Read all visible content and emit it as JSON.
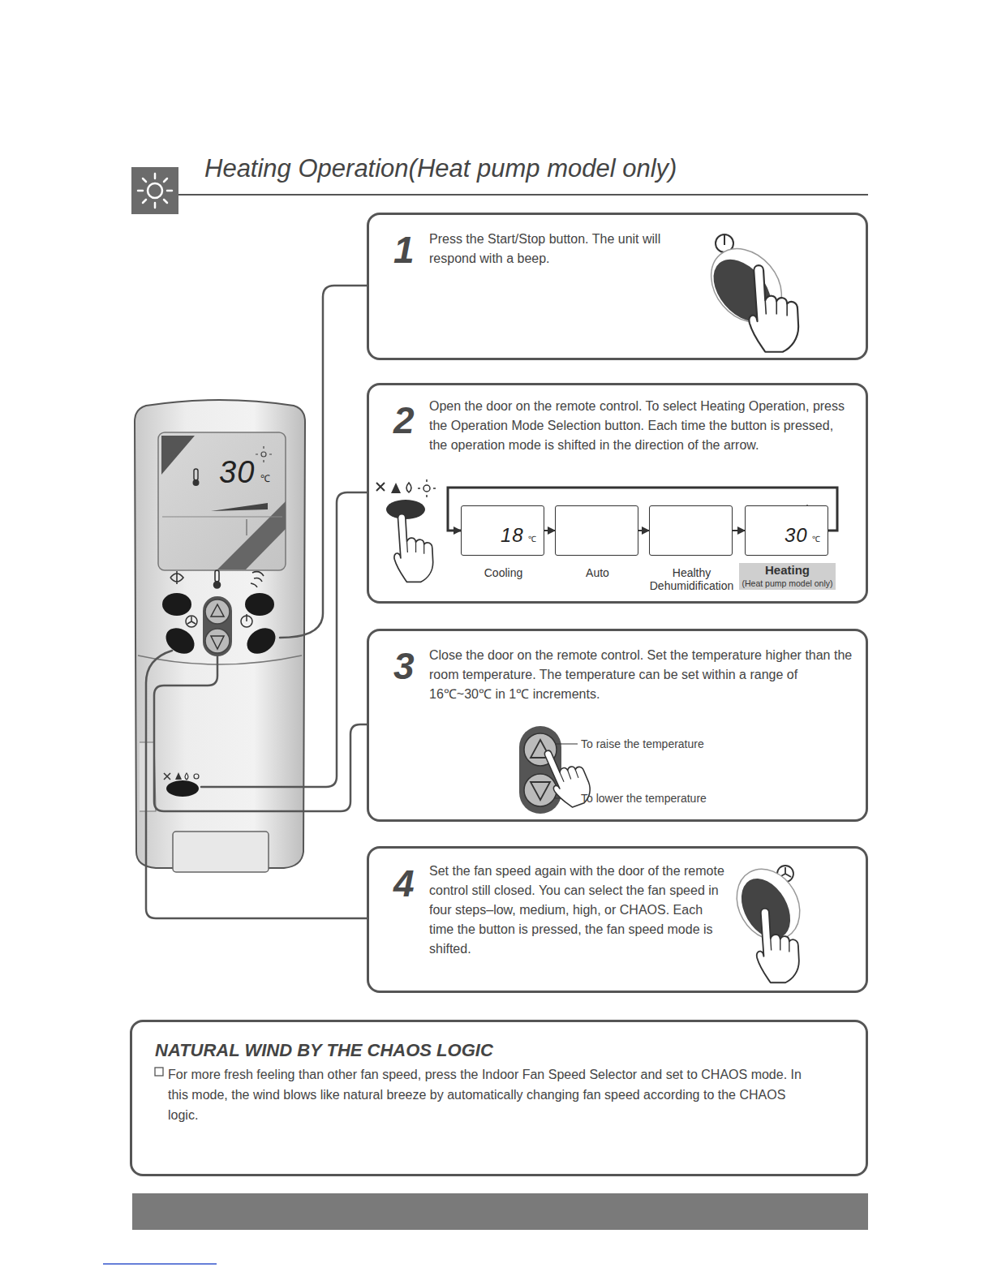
{
  "diagram": {
    "title": "Heating Operation(Heat pump model only)",
    "nodes": [
      {
        "text": [
          "1",
          "Press the Start/Stop button. The unit will respond with a beep."
        ]
      },
      {
        "text": [
          "2",
          "Open the door on the remote control. To select Heating Operation, press the Operation Mode Selection button. Each time the button is pressed, the operation mode is shifted in the direction of the arrow."
        ]
      },
      {
        "text": [
          "Cooling",
          "18",
          "℃"
        ],
        "in": 1
      },
      {
        "text": [
          "Auto"
        ],
        "in": 1
      },
      {
        "text": [
          "Healthy Dehumidification"
        ],
        "in": 1
      },
      {
        "text": [
          "Heating",
          "(Heat pump model only)",
          "30",
          "℃"
        ],
        "in": 1
      },
      {
        "text": [
          "3",
          "Close the door on the remote control. Set the temperature higher than the room temperature. The temperature can be set within a range of 16℃~30℃ in 1℃ increments."
        ]
      },
      {
        "text": [
          "4",
          "Set the fan speed again with the door of the remote control still closed. You can select the fan speed in four steps–low, medium, high, or CHAOS. Each time the button is pressed, the fan speed mode is shifted."
        ]
      },
      {
        "text": [
          "NATURAL WIND BY THE CHAOS LOGIC",
          "For more fresh feeling than other fan speed, press the Indoor Fan Speed Selector and set to CHAOS mode. In this mode, the wind blows like natural breeze by automatically changing fan speed according to the CHAOS logic."
        ]
      }
    ],
    "edges": [
      {
        "from": 2,
        "to": 3,
        "arrow": "to"
      },
      {
        "from": 3,
        "to": 4,
        "arrow": "to"
      },
      {
        "from": 4,
        "to": 5,
        "arrow": "to"
      },
      {
        "from": 5,
        "to": 2,
        "arrow": "to"
      }
    ],
    "labels": [
      "30",
      "℃",
      "To raise the temperature",
      "To lower the temperature"
    ]
  }
}
